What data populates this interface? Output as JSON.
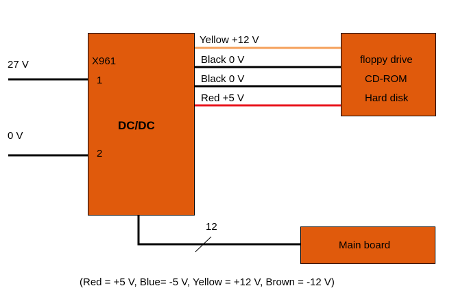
{
  "converter": {
    "connector": "X961",
    "pin1": "1",
    "pin2": "2",
    "title": "DC/DC"
  },
  "inputs": {
    "v27": "27 V",
    "v0": "0 V"
  },
  "outputs": [
    {
      "label": "Yellow  +12 V",
      "color": "#f5a05a"
    },
    {
      "label": "Black 0 V",
      "color": "#000000"
    },
    {
      "label": "Black  0 V",
      "color": "#000000"
    },
    {
      "label": "Red  +5 V",
      "color": "#e8141c"
    }
  ],
  "drives": [
    "floppy drive",
    "CD-ROM",
    "Hard disk"
  ],
  "mainboard": {
    "label": "Main board",
    "bus_count": "12"
  },
  "legend": "(Red = +5 V, Blue= -5 V, Yellow = +12 V, Brown = -12 V)",
  "colors": {
    "box_fill": "#e05a0c"
  }
}
